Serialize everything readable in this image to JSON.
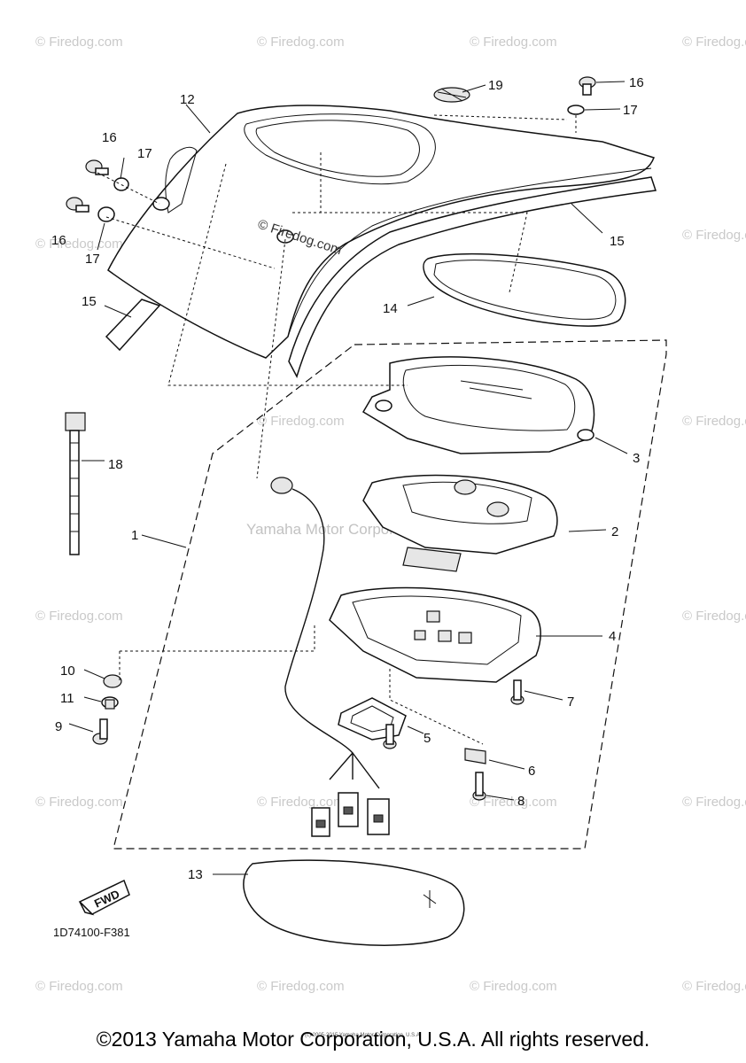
{
  "watermark_text": "© Firedog.com",
  "center_watermark": "Yamaha Motor Corporation, U.S.A.",
  "inline_watermark": "© Firedog.com",
  "part_code": "1D74100-F381",
  "fwd_label": "FWD",
  "tiny_notice": "(c) 2005-2015 Yamaha Motor Corporation, U.S.A.",
  "copyright": "©2013 Yamaha Motor Corporation, U.S.A. All rights reserved.",
  "callouts": {
    "c1": "1",
    "c2": "2",
    "c3": "3",
    "c4": "4",
    "c5": "5",
    "c6": "6",
    "c7": "7",
    "c8": "8",
    "c9": "9",
    "c10": "10",
    "c11": "11",
    "c12": "12",
    "c13": "13",
    "c14": "14",
    "c15a": "15",
    "c15b": "15",
    "c16a": "16",
    "c16b": "16",
    "c16c": "16",
    "c17a": "17",
    "c17b": "17",
    "c17c": "17",
    "c18": "18",
    "c19": "19"
  }
}
